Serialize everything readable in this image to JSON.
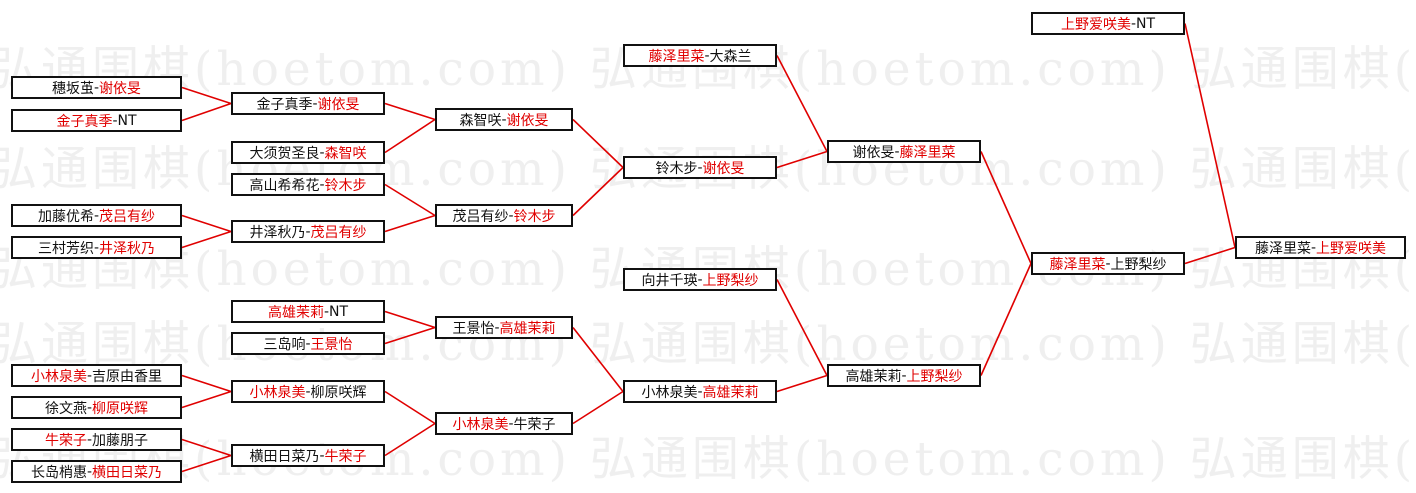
{
  "colors": {
    "winner": "#e00000",
    "text": "#111111",
    "line": "#e00000",
    "border": "#111111",
    "watermark": "#efefef"
  },
  "watermark": {
    "text": "弘通围棋(hoetom.com) 弘通围棋(hoetom.com) 弘通围棋(hoetom.com) 弘通围棋(hoetom.com)"
  },
  "matches": {
    "m1": {
      "a": "穗坂茧",
      "b": "谢依旻",
      "winner": "b"
    },
    "m2": {
      "a": "金子真季",
      "b": "NT",
      "winner": "a"
    },
    "m3": {
      "a": "加藤优希",
      "b": "茂吕有纱",
      "winner": "b"
    },
    "m4": {
      "a": "三村芳织",
      "b": "井泽秋乃",
      "winner": "b"
    },
    "m5": {
      "a": "小林泉美",
      "b": "吉原由香里",
      "winner": "a"
    },
    "m6": {
      "a": "徐文燕",
      "b": "柳原咲辉",
      "winner": "b"
    },
    "m7": {
      "a": "牛荣子",
      "b": "加藤朋子",
      "winner": "a"
    },
    "m8": {
      "a": "长岛梢惠",
      "b": "横田日菜乃",
      "winner": "b"
    },
    "m9": {
      "a": "金子真季",
      "b": "谢依旻",
      "winner": "b"
    },
    "m10": {
      "a": "大须贺圣良",
      "b": "森智咲",
      "winner": "b"
    },
    "m11": {
      "a": "高山希希花",
      "b": "铃木步",
      "winner": "b"
    },
    "m12": {
      "a": "井泽秋乃",
      "b": "茂吕有纱",
      "winner": "b"
    },
    "m13": {
      "a": "高雄茉莉",
      "b": "NT",
      "winner": "a"
    },
    "m14": {
      "a": "三岛响",
      "b": "王景怡",
      "winner": "b"
    },
    "m15": {
      "a": "小林泉美",
      "b": "柳原咲辉",
      "winner": "a"
    },
    "m16": {
      "a": "横田日菜乃",
      "b": "牛荣子",
      "winner": "b"
    },
    "m17": {
      "a": "森智咲",
      "b": "谢依旻",
      "winner": "b"
    },
    "m18": {
      "a": "茂吕有纱",
      "b": "铃木步",
      "winner": "b"
    },
    "m19": {
      "a": "王景怡",
      "b": "高雄茉莉",
      "winner": "b"
    },
    "m20": {
      "a": "小林泉美",
      "b": "牛荣子",
      "winner": "a"
    },
    "m21": {
      "a": "藤泽里菜",
      "b": "大森兰",
      "winner": "a"
    },
    "m22": {
      "a": "铃木步",
      "b": "谢依旻",
      "winner": "b"
    },
    "m23": {
      "a": "向井千瑛",
      "b": "上野梨纱",
      "winner": "b"
    },
    "m24": {
      "a": "小林泉美",
      "b": "高雄茉莉",
      "winner": "b"
    },
    "m25": {
      "a": "谢依旻",
      "b": "藤泽里菜",
      "winner": "b"
    },
    "m26": {
      "a": "高雄茉莉",
      "b": "上野梨纱",
      "winner": "b"
    },
    "m27": {
      "a": "上野爱咲美",
      "b": "NT",
      "winner": "a"
    },
    "m28": {
      "a": "藤泽里菜",
      "b": "上野梨纱",
      "winner": "a"
    },
    "m29": {
      "a": "藤泽里菜",
      "b": "上野爱咲美",
      "winner": "b"
    }
  }
}
